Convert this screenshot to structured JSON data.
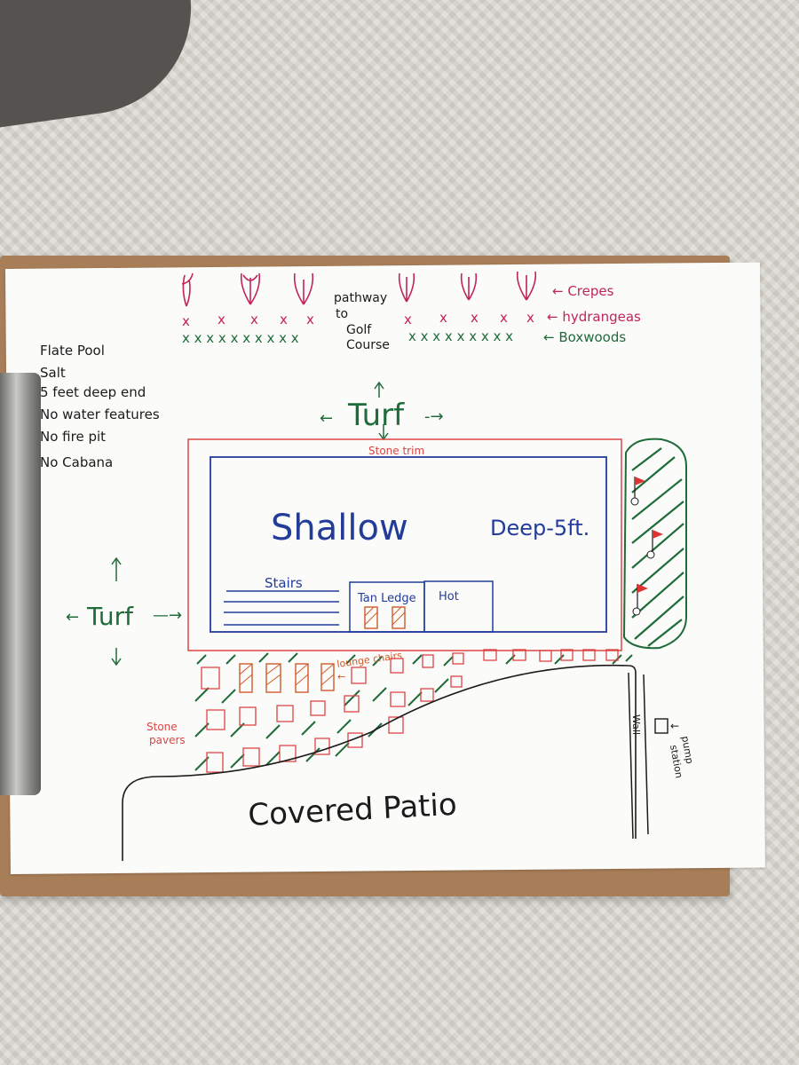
{
  "header_labels": {
    "pathway": [
      "pathway",
      "to",
      "Golf",
      "Course"
    ],
    "crepes": "← Crepes",
    "hydrangeas": "← hydrangeas",
    "boxwoods": "← Boxwoods"
  },
  "notes": [
    "Flate Pool",
    "Salt",
    "5 feet deep end",
    "No water features",
    "No fire pit",
    "No Cabana"
  ],
  "turf_top": "Turf",
  "turf_left": "Turf",
  "stone_trim": "Stone trim",
  "pool": {
    "shallow": "Shallow",
    "deep": "Deep-5ft.",
    "stairs": "Stairs",
    "tan_ledge": "Tan Ledge",
    "hot": "Hot"
  },
  "lounge_chairs": "lounge chairs",
  "stone_pavers": [
    "Stone",
    "pavers"
  ],
  "wall": "Wall",
  "pump_station": [
    "pump",
    "station"
  ],
  "covered_patio": "Covered Patio",
  "colors": {
    "green": "#1f6b3a",
    "red": "#d44",
    "pink": "#c2245a",
    "blue": "#233c9a",
    "orange": "#d05a2a",
    "ink": "#1b1b1b"
  }
}
